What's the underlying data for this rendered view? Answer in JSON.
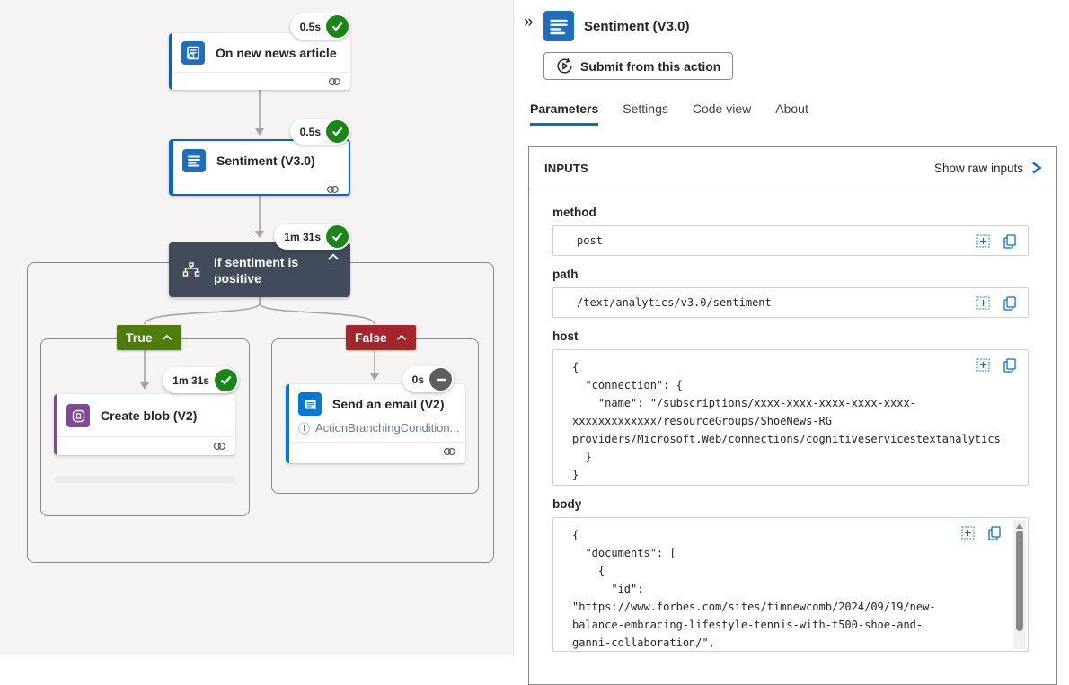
{
  "colors": {
    "accent_blue": "#0f6cbd",
    "selected_border": "#1264ba",
    "success_green": "#188718",
    "skipped_gray": "#5f5e5c",
    "condition_bg": "#414b59",
    "true_green": "#4e7d0c",
    "false_red": "#a4262c",
    "blob_purple": "#804998",
    "outlook_blue": "#0078d4",
    "canvas_bg": "#f5f4f2"
  },
  "icons": {
    "collapse_glyph": "»",
    "info_glyph": "ⓘ"
  },
  "canvas": {
    "trigger": {
      "title": "On new news article",
      "duration": "0.5s",
      "status": "succeeded"
    },
    "sentiment": {
      "title": "Sentiment (V3.0)",
      "duration": "0.5s",
      "status": "succeeded"
    },
    "condition": {
      "title": "If sentiment is positive",
      "duration": "1m 31s",
      "status": "succeeded"
    },
    "branches": {
      "true_label": "True",
      "false_label": "False"
    },
    "create_blob": {
      "title": "Create blob (V2)",
      "duration": "1m 31s",
      "status": "succeeded"
    },
    "send_email": {
      "title": "Send an email (V2)",
      "duration": "0s",
      "status": "skipped",
      "note": "ActionBranchingCondition..."
    }
  },
  "panel": {
    "title": "Sentiment (V3.0)",
    "submit_button": "Submit from this action",
    "tabs": [
      {
        "label": "Parameters",
        "active": true
      },
      {
        "label": "Settings",
        "active": false
      },
      {
        "label": "Code view",
        "active": false
      },
      {
        "label": "About",
        "active": false
      }
    ],
    "inputs": {
      "header": "INPUTS",
      "raw_link": "Show raw inputs",
      "fields": [
        {
          "label": "method",
          "value": "post"
        },
        {
          "label": "path",
          "value": "/text/analytics/v3.0/sentiment"
        },
        {
          "label": "host",
          "value": "{\n  \"connection\": {\n    \"name\": \"/subscriptions/xxxx-xxxx-xxxx-xxxx-xxxx-\nxxxxxxxxxxxxx/resourceGroups/ShoeNews-RG\nproviders/Microsoft.Web/connections/cognitiveservicestextanalytics\n  }\n}"
        },
        {
          "label": "body",
          "value": "{\n  \"documents\": [\n    {\n      \"id\":\n\"https://www.forbes.com/sites/timnewcomb/2024/09/19/new-\nbalance-embracing-lifestyle-tennis-with-t500-shoe-and-\nganni-collaboration/\","
        }
      ]
    }
  }
}
